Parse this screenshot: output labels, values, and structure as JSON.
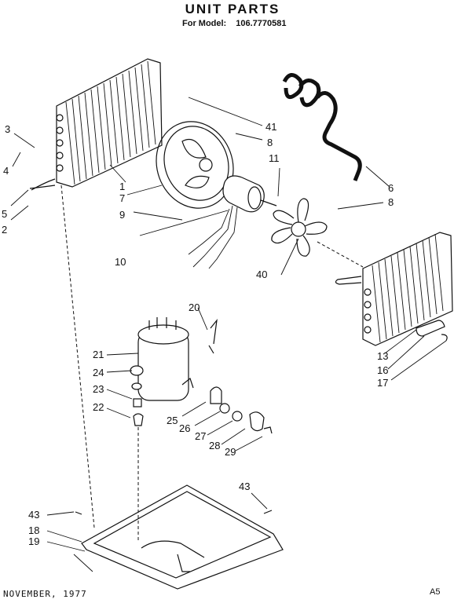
{
  "header": {
    "title": "UNIT PARTS",
    "model_label": "For Model:",
    "model_number": "106.7770581"
  },
  "callouts": [
    "3",
    "4",
    "5",
    "2",
    "1",
    "7",
    "9",
    "10",
    "41",
    "8",
    "11",
    "6",
    "8",
    "40",
    "13",
    "16",
    "17",
    "20",
    "21",
    "24",
    "23",
    "22",
    "25",
    "26",
    "27",
    "28",
    "29",
    "43",
    "43",
    "18",
    "19"
  ],
  "footer": {
    "date": "NOVEMBER, 1977",
    "page": "A5"
  }
}
